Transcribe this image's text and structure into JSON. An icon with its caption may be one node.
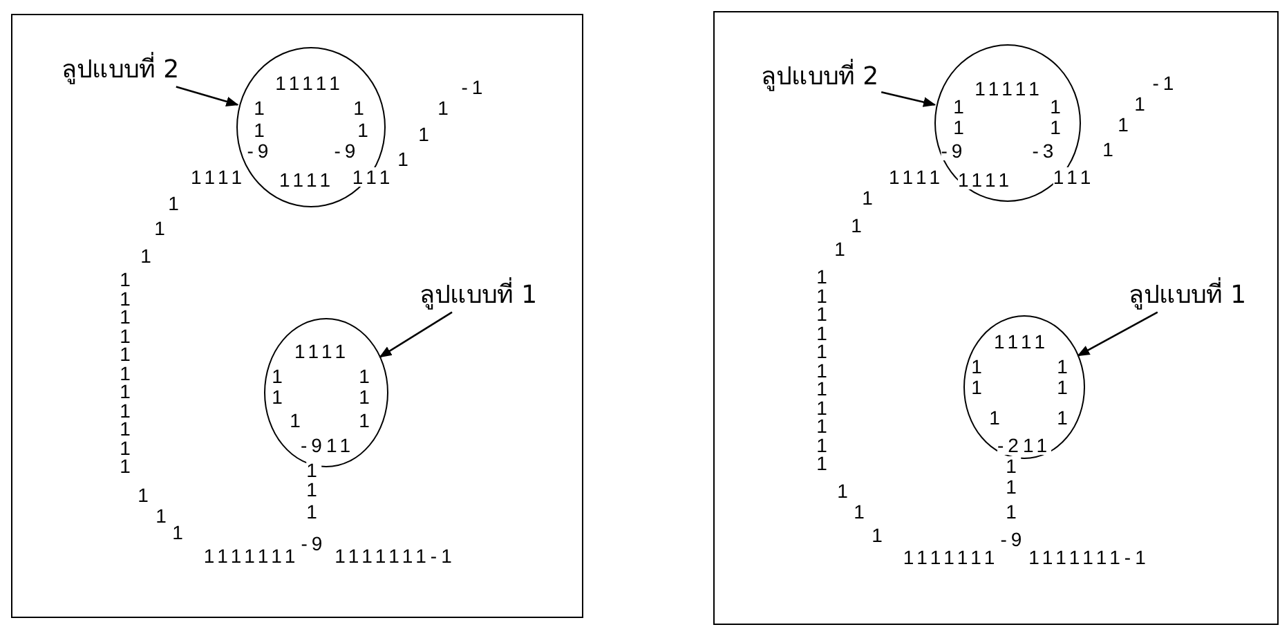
{
  "diagram": {
    "nodes": [
      {
        "text": [],
        "shape": "box"
      },
      {
        "text": [
          "ลูปแบบที่ 2"
        ],
        "in": 0
      },
      {
        "text": [
          "11111",
          "1",
          "1",
          "1",
          "1",
          "-9",
          "-9",
          "1111"
        ],
        "in": 0
      },
      {
        "text": [
          "ลูปแบบที่ 1"
        ],
        "in": 0
      },
      {
        "text": [
          "1111",
          "1",
          "1",
          "1",
          "1",
          "1",
          "1",
          "-911"
        ],
        "in": 0
      },
      {
        "text": [],
        "shape": "box"
      },
      {
        "text": [
          "ลูปแบบที่ 2"
        ],
        "in": 5
      },
      {
        "text": [
          "11111",
          "1",
          "1",
          "1",
          "1",
          "-9",
          "-3",
          "1111"
        ],
        "in": 5
      },
      {
        "text": [
          "ลูปแบบที่ 1"
        ],
        "in": 5
      },
      {
        "text": [
          "1111",
          "1",
          "1",
          "1",
          "1",
          "1",
          "1",
          "-211"
        ],
        "in": 5
      }
    ],
    "edges": [
      {
        "from": 1,
        "to": 2,
        "arrow": "to"
      },
      {
        "from": 3,
        "to": 4,
        "arrow": "to"
      },
      {
        "from": 6,
        "to": 7,
        "arrow": "to"
      },
      {
        "from": 8,
        "to": 9,
        "arrow": "to"
      }
    ],
    "labels": [
      "-1",
      "1",
      "1",
      "1",
      "1111",
      "111",
      "1",
      "1",
      "1",
      "1",
      "1",
      "1",
      "1",
      "1",
      "1",
      "1",
      "1",
      "1",
      "1",
      "1",
      "1",
      "1",
      "1",
      "1",
      "1",
      "1",
      "-9",
      "1111111",
      "1111111-1",
      "-1",
      "1",
      "1",
      "1",
      "1111",
      "111",
      "1",
      "1",
      "1",
      "1",
      "1",
      "1",
      "1",
      "1",
      "1",
      "1",
      "1",
      "1",
      "1",
      "1",
      "1",
      "1",
      "1",
      "1",
      "1",
      "1",
      "-9",
      "1111111",
      "1111111-1"
    ]
  }
}
